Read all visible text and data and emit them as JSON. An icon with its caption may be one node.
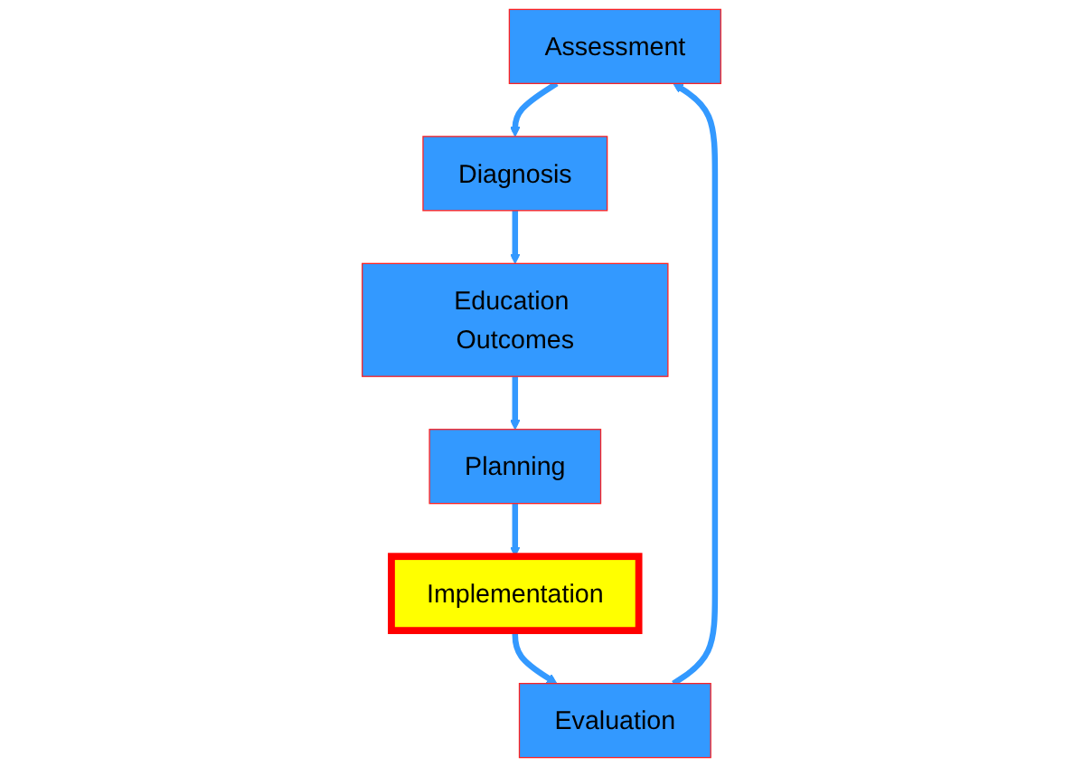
{
  "diagram": {
    "nodes": [
      {
        "text": [
          "Assessment"
        ]
      },
      {
        "text": [
          "Diagnosis"
        ]
      },
      {
        "text": [
          "Education Outcomes"
        ]
      },
      {
        "text": [
          "Planning"
        ]
      },
      {
        "text": [
          "Implementation"
        ]
      },
      {
        "text": [
          "Evaluation"
        ]
      }
    ],
    "edges": [
      {
        "from": 0,
        "to": 1,
        "arrow": "to"
      },
      {
        "from": 1,
        "to": 2,
        "arrow": "to"
      },
      {
        "from": 2,
        "to": 3,
        "arrow": "to"
      },
      {
        "from": 3,
        "to": 4,
        "arrow": "to"
      },
      {
        "from": 4,
        "to": 5,
        "arrow": "to"
      },
      {
        "from": 5,
        "to": 0,
        "arrow": "to"
      }
    ]
  }
}
